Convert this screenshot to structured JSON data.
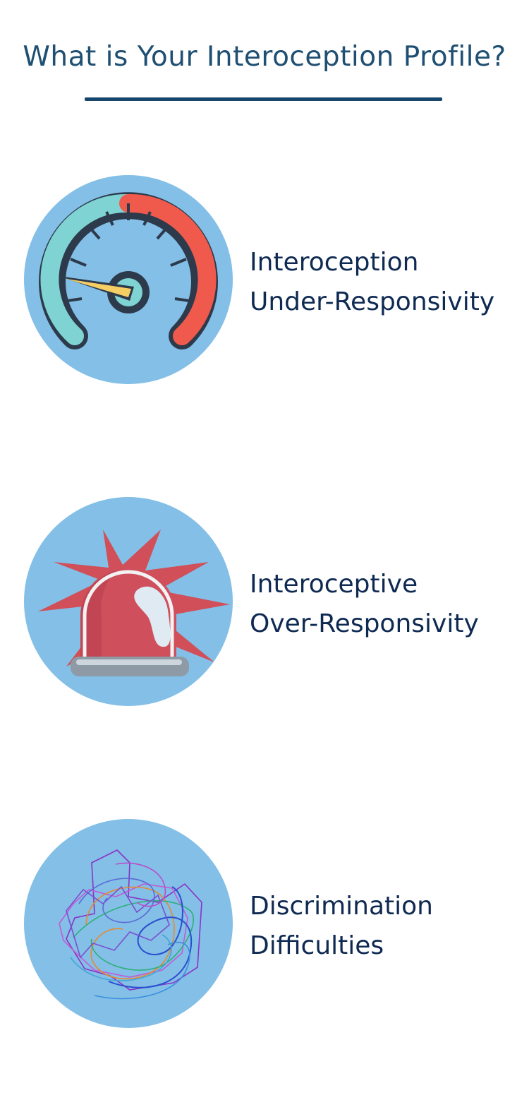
{
  "title": "What is Your Interoception Profile?",
  "profiles": [
    {
      "line1": "Interoception",
      "line2": "Under-Responsivity",
      "icon": "speedometer-icon"
    },
    {
      "line1": "Interoceptive",
      "line2": "Over-Responsivity",
      "icon": "alarm-siren-icon"
    },
    {
      "line1": "Discrimination",
      "line2": "Difficulties",
      "icon": "tangled-lines-icon"
    }
  ],
  "colors": {
    "title": "#1f4f72",
    "rule": "#17466d",
    "circle": "#83bfe6",
    "label": "#0f2a52"
  }
}
